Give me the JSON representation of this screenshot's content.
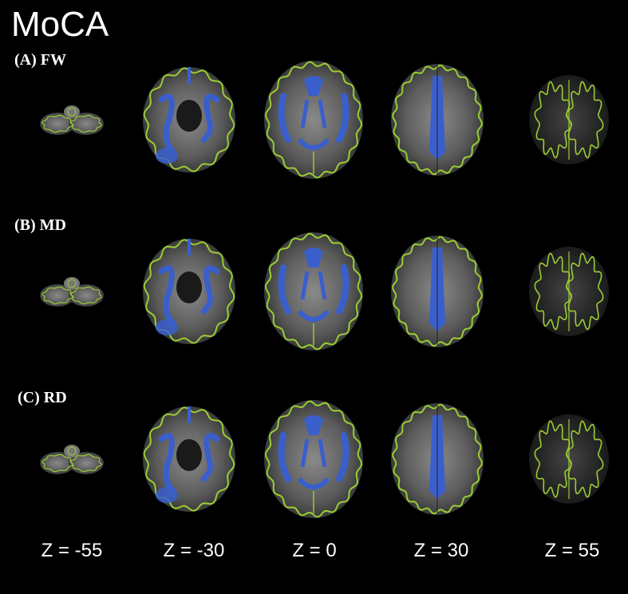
{
  "title": "MoCA",
  "rows": [
    {
      "label": "(A) FW"
    },
    {
      "label": "(B) MD"
    },
    {
      "label": "(C) RD"
    }
  ],
  "columns": [
    {
      "label": "Z = -55"
    },
    {
      "label": "Z = -30"
    },
    {
      "label": "Z = 0"
    },
    {
      "label": "Z = 30"
    },
    {
      "label": "Z = 55"
    }
  ],
  "colors": {
    "background": "#000000",
    "skeleton": "#9acd32",
    "significant": "#3a5fcd",
    "brain_gray": "#6e6e6e"
  }
}
